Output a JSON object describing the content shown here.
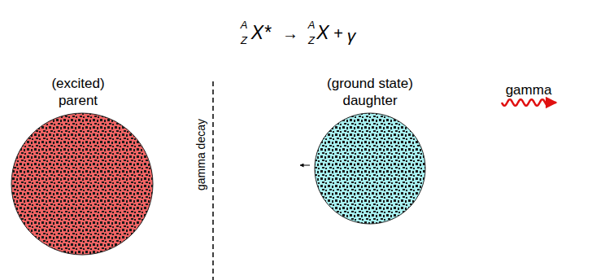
{
  "diagram": {
    "nodes": [
      {
        "text": [
          "(excited)",
          "parent"
        ]
      },
      {
        "text": [
          "(ground state)",
          "daughter"
        ]
      }
    ],
    "labels": [
      "A",
      "Z",
      "X*",
      "→",
      "A",
      "Z",
      "X",
      "+",
      "γ",
      "gamma decay",
      "gamma"
    ]
  }
}
